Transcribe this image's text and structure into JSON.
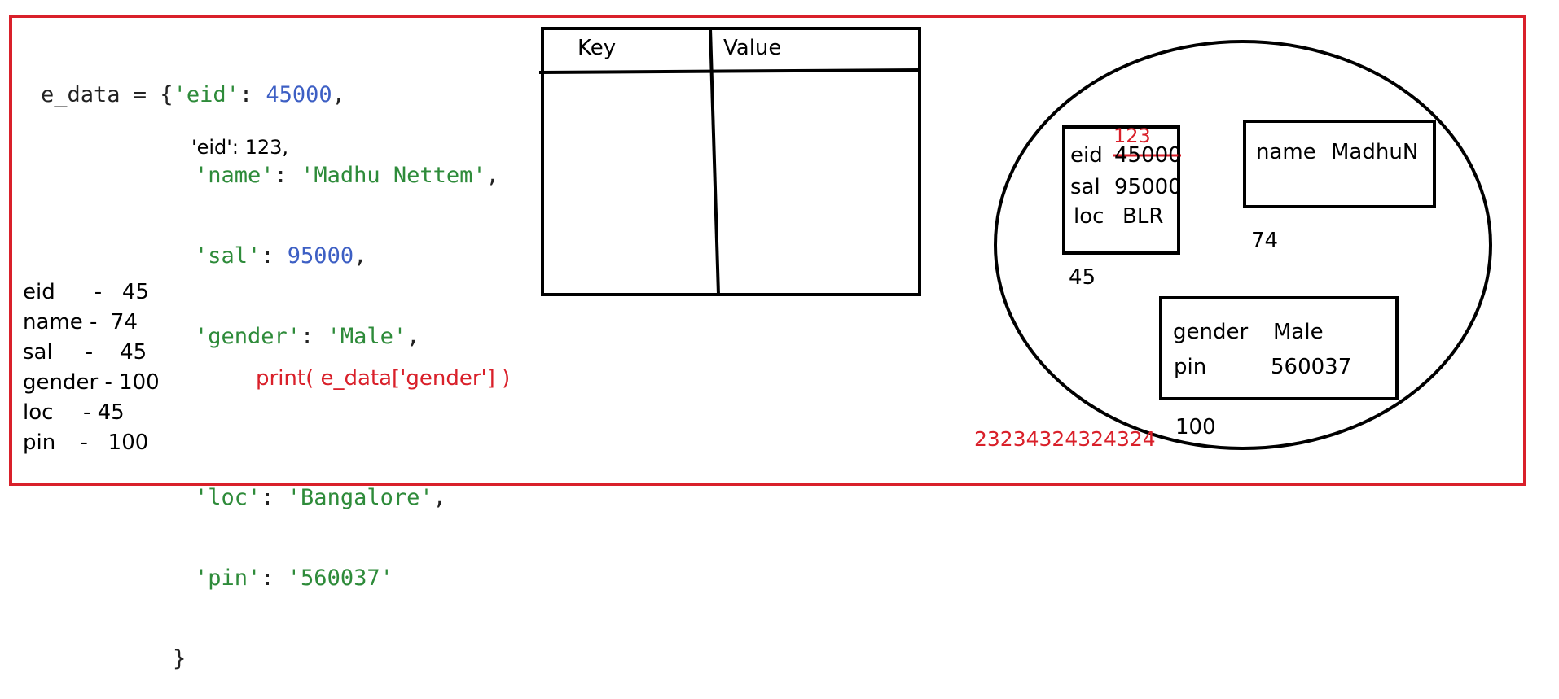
{
  "code": {
    "var": "e_data",
    "op": " = {",
    "lines": [
      {
        "key": "'eid'",
        "value": "45000",
        "value_type": "num"
      },
      {
        "key": "'name'",
        "value": "'Madhu Nettem'",
        "value_type": "str"
      },
      {
        "key": "'sal'",
        "value": "95000",
        "value_type": "num"
      },
      {
        "key": "'gender'",
        "value": "'Male'",
        "value_type": "str"
      },
      {
        "key": "'loc'",
        "value": "'Bangalore'",
        "value_type": "str"
      },
      {
        "key": "'pin'",
        "value": "'560037'",
        "value_type": "str"
      }
    ],
    "handwritten_insert": "'eid': 123,",
    "closing": "}"
  },
  "hash_map": [
    {
      "key": "eid",
      "addr": "-   45"
    },
    {
      "key": "name",
      "addr": "-  74"
    },
    {
      "key": "sal",
      "addr": "-    45"
    },
    {
      "key": "gender",
      "addr": "- 100"
    },
    {
      "key": "loc",
      "addr": "  - 45"
    },
    {
      "key": "pin",
      "addr": " -   100"
    }
  ],
  "print_stmt": "print( e_data['gender'] )",
  "table": {
    "col_key": "Key",
    "col_value": "Value"
  },
  "buckets": {
    "b45": {
      "new_value": "123",
      "rows": [
        {
          "key": "eid",
          "value": "45000"
        },
        {
          "key": "sal",
          "value": "95000"
        },
        {
          "key": "loc",
          "value": "BLR"
        }
      ],
      "address": "45"
    },
    "b74": {
      "rows": [
        {
          "key": "name",
          "value": "MadhuN"
        }
      ],
      "address": "74"
    },
    "b100": {
      "rows": [
        {
          "key": "gender",
          "value": "Male"
        },
        {
          "key": "pin",
          "value": "560037"
        }
      ],
      "address": "100"
    }
  },
  "object_id": "23234324324324",
  "colors": {
    "frame": "#d9202a",
    "string": "#2e8b3a",
    "number": "#3d5fc4",
    "annotation": "#d9202a"
  }
}
